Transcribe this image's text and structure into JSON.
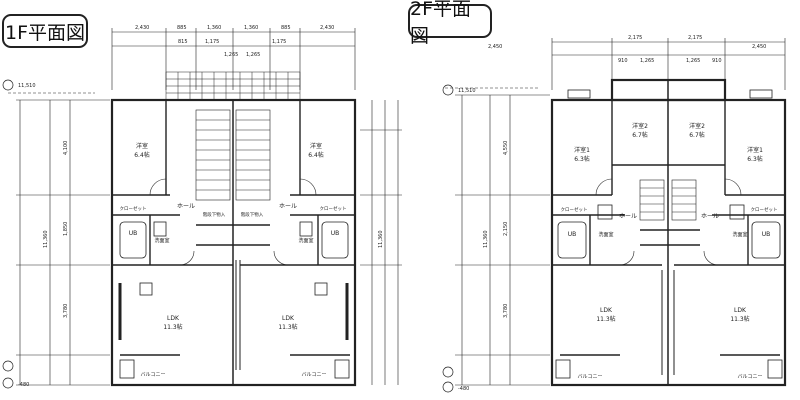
{
  "titles": {
    "floor1": "1F平面図",
    "floor2": "2F平面図"
  },
  "floor1": {
    "room_west": {
      "name": "洋室",
      "size": "6.4帖"
    },
    "room_east": {
      "name": "洋室",
      "size": "6.4帖"
    },
    "hall_w": "ホール",
    "hall_e": "ホール",
    "closet_w": "クローゼット",
    "closet_e": "クローゼット",
    "storage_w": "階段下物入",
    "storage_e": "階段下物入",
    "ub_w": "UB",
    "ub_e": "UB",
    "wash_w": "洗面室",
    "wash_e": "洗面室",
    "ldk_w": {
      "name": "LDK",
      "size": "11.3帖"
    },
    "ldk_e": {
      "name": "LDK",
      "size": "11.3帖"
    },
    "balcony_w": "バルコニー",
    "balcony_e": "バルコニー"
  },
  "floor2": {
    "room1_w": {
      "name": "洋室1",
      "size": "6.3帖"
    },
    "room2_w": {
      "name": "洋室2",
      "size": "6.7帖"
    },
    "room2_e": {
      "name": "洋室2",
      "size": "6.7帖"
    },
    "room1_e": {
      "name": "洋室1",
      "size": "6.3帖"
    },
    "hall_w": "ホール",
    "hall_e": "ホール",
    "closet_w": "クローゼット",
    "closet_e": "クローゼット",
    "ub_w": "UB",
    "ub_e": "UB",
    "wash_w": "洗面室",
    "wash_e": "洗面室",
    "ldk_w": {
      "name": "LDK",
      "size": "11.3帖"
    },
    "ldk_e": {
      "name": "LDK",
      "size": "11.3帖"
    },
    "balcony_w": "バルコニー",
    "balcony_e": "バルコニー"
  },
  "dims": {
    "f1_top": [
      "2,430",
      "885",
      "1,360",
      "1,360",
      "885",
      "2,430"
    ],
    "f1_top2": [
      "815",
      "1,175",
      "1,265",
      "1,265",
      "1,175"
    ],
    "f2_top": [
      "2,450",
      "2,175",
      "2,175",
      "2,450"
    ],
    "f2_top2": [
      "910",
      "1,265",
      "1,265",
      "910"
    ],
    "f1_left_total": "11,360",
    "f2_left_total": "11,360",
    "f1_left": [
      "4,100",
      "1,850",
      "3,780"
    ],
    "f2_left": [
      "4,550",
      "2,150",
      "3,780"
    ],
    "level_top": "11,510",
    "level_bottom": "-480"
  }
}
